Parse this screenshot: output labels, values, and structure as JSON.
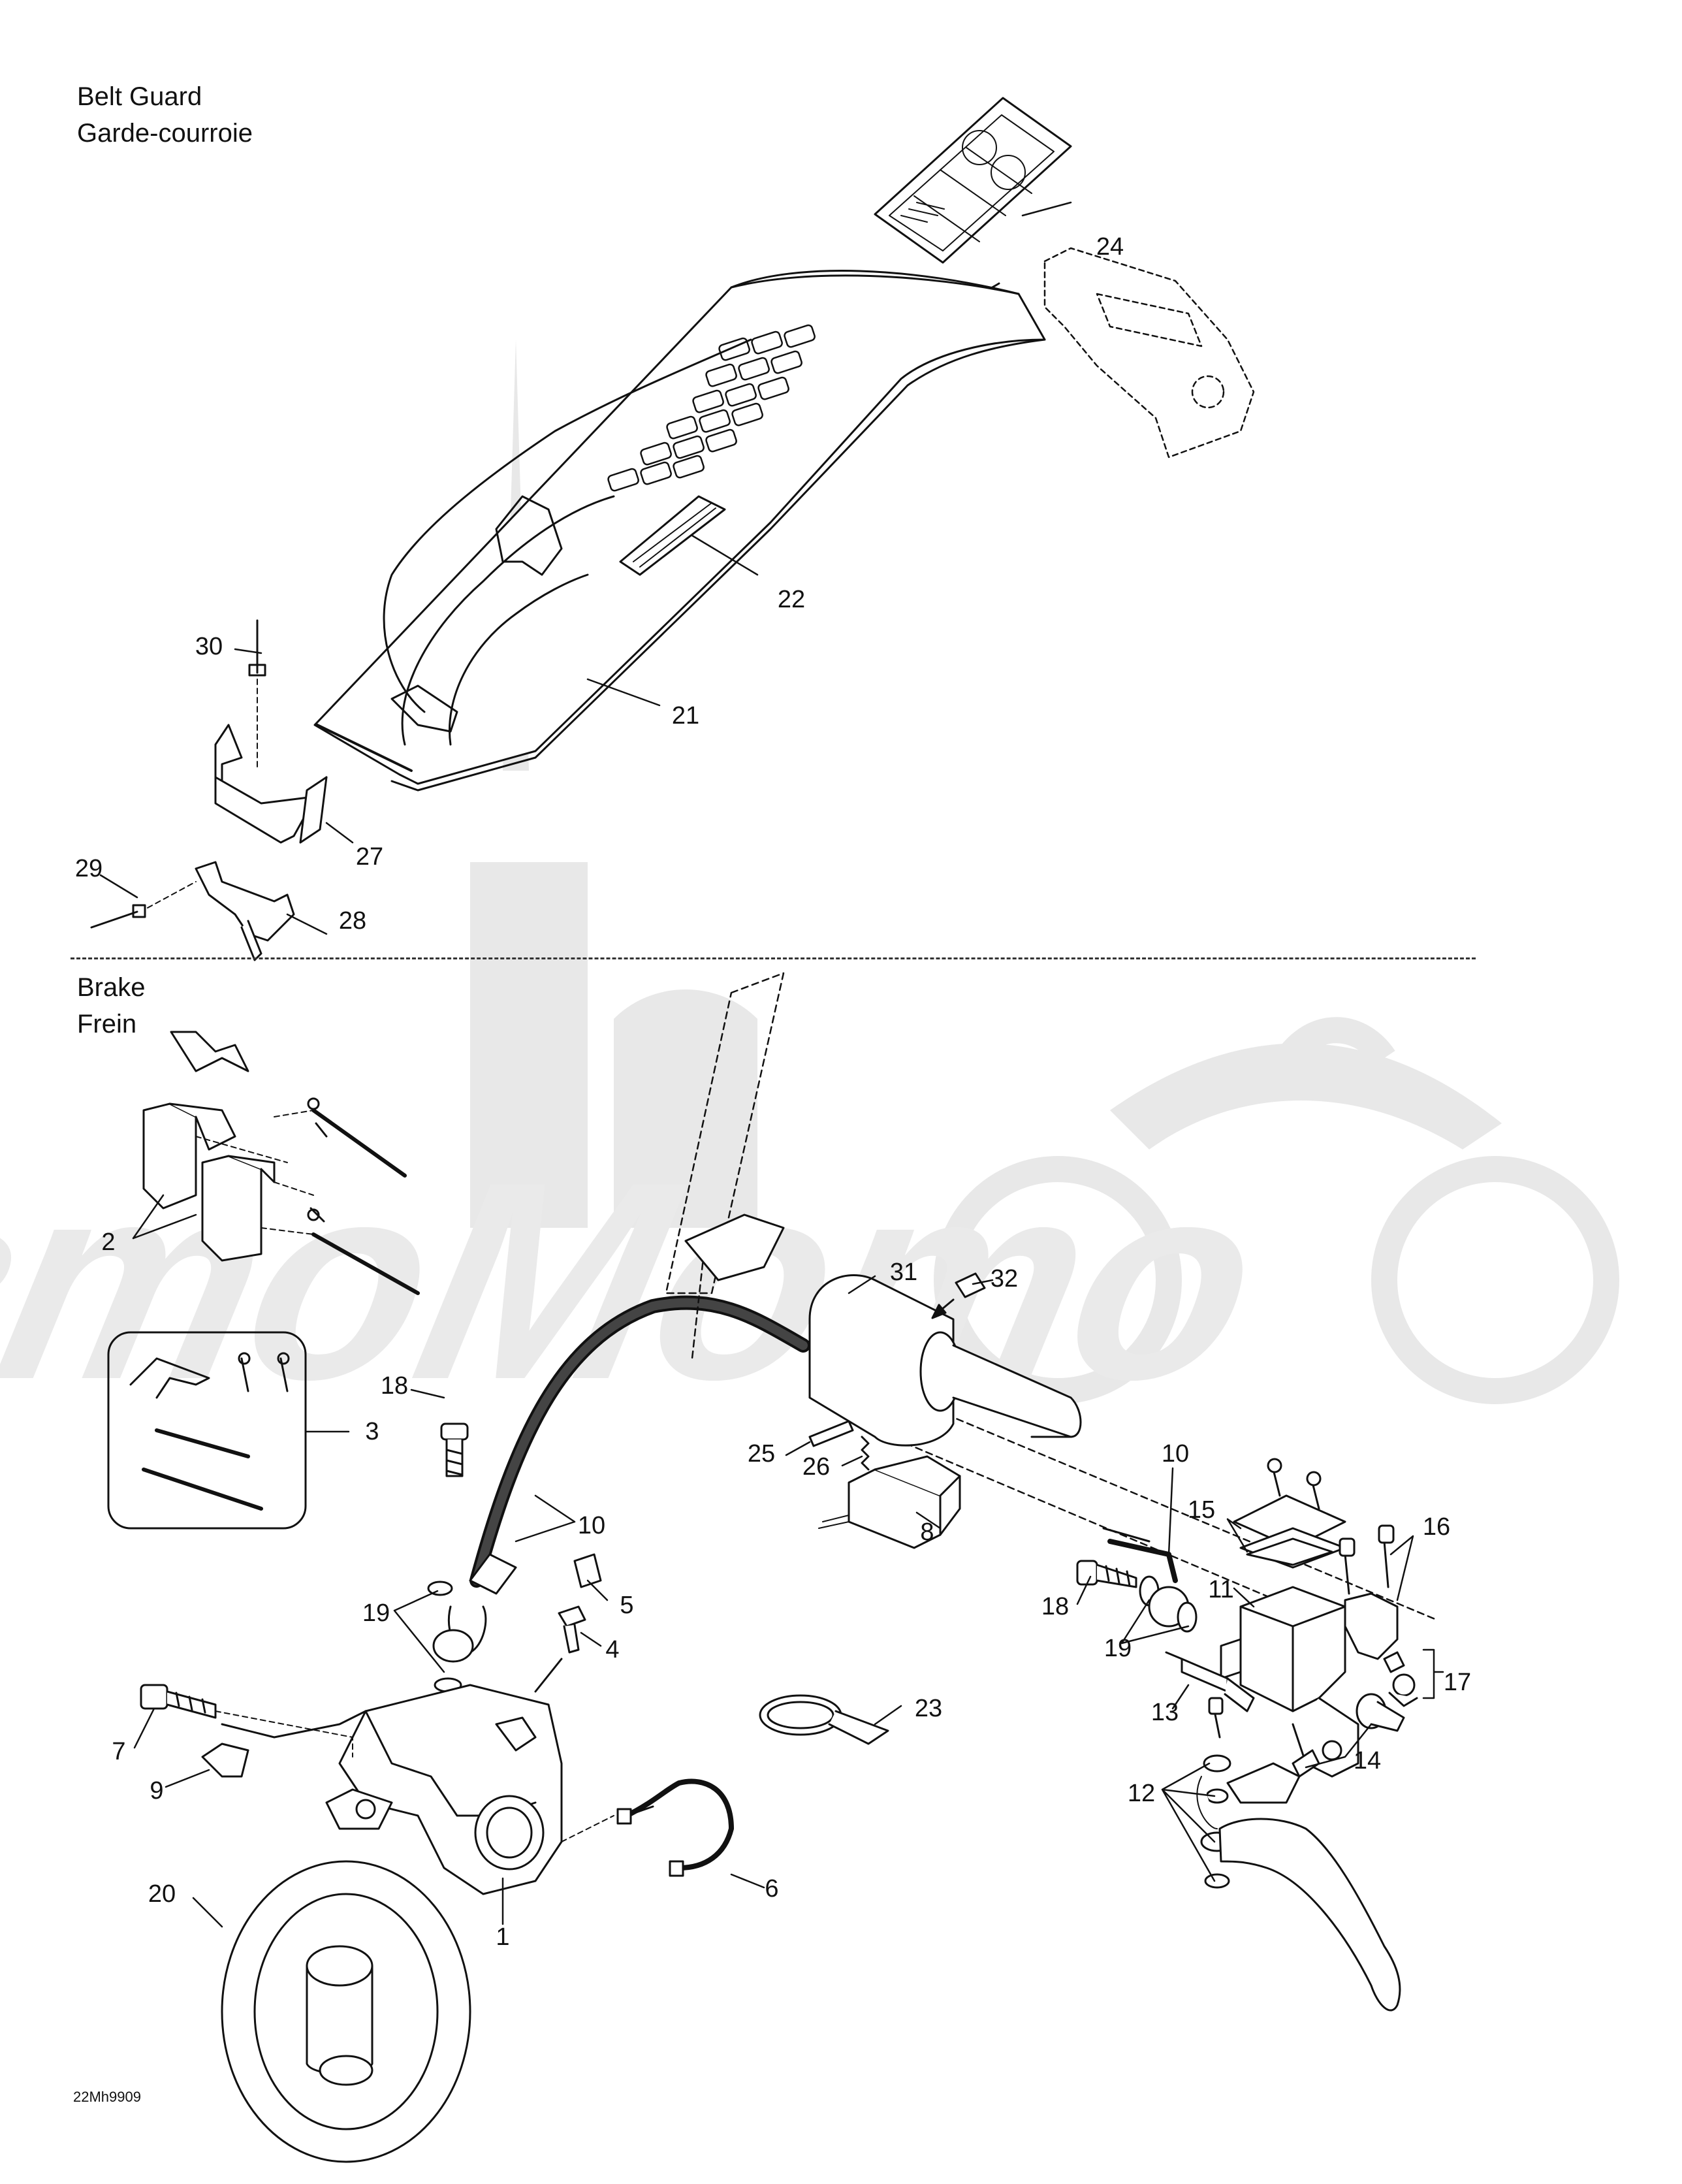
{
  "sections": {
    "belt_guard": {
      "title_en": "Belt Guard",
      "title_fr": "Garde-courroie"
    },
    "brake": {
      "title_en": "Brake",
      "title_fr": "Frein"
    }
  },
  "callouts": {
    "c1": "1",
    "c2": "2",
    "c3": "3",
    "c4": "4",
    "c5": "5",
    "c6": "6",
    "c7": "7",
    "c8": "8",
    "c9": "9",
    "c10a": "10",
    "c10b": "10",
    "c11": "11",
    "c12": "12",
    "c13": "13",
    "c14": "14",
    "c15": "15",
    "c16": "16",
    "c17": "17",
    "c18a": "18",
    "c18b": "18",
    "c19a": "19",
    "c19b": "19",
    "c20": "20",
    "c21": "21",
    "c22": "22",
    "c23": "23",
    "c24": "24",
    "c25": "25",
    "c26": "26",
    "c27": "27",
    "c28": "28",
    "c29": "29",
    "c30": "30",
    "c31": "31",
    "c32": "32"
  },
  "diagram_code": "22Mh9909",
  "watermark": "АвтоМото",
  "colors": {
    "line": "#111111",
    "watermark": "#e6e6e6"
  }
}
